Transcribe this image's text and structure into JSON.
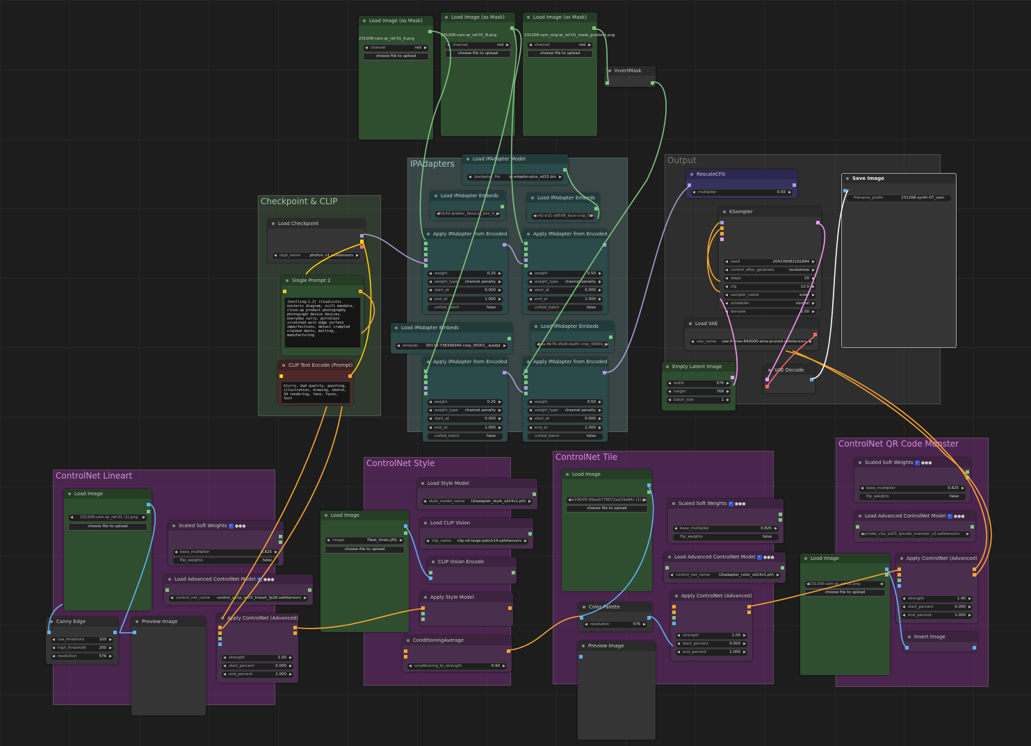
{
  "groups": {
    "checkpoint_clip": "Checkpoint & CLIP",
    "ipadapters": "IPAdapters",
    "output": "Output",
    "controlnet_lineart": "ControlNet Lineart",
    "controlnet_style": "ControlNet Style",
    "controlnet_tile": "ControlNet Tile",
    "controlnet_qr": "ControlNet QR Code Monster"
  },
  "load_mask_1": {
    "title": "Load Image (as Mask)",
    "file": "231208-cam-qr_ref-01_A.png",
    "channel_label": "channel",
    "channel": "red",
    "upload": "choose file to upload"
  },
  "load_mask_2": {
    "title": "Load Image (as Mask)",
    "file": "231208-cam-qr_ref-01_B.png",
    "channel_label": "channel",
    "channel": "red",
    "upload": "choose file to upload"
  },
  "load_mask_3": {
    "title": "Load Image (as Mask)",
    "file": "231208-cam_orig-qr_ref-01_mask_gradient.png",
    "channel_label": "channel",
    "channel": "red",
    "upload": "choose file to upload"
  },
  "invert_mask": {
    "title": "InvertMask"
  },
  "load_ipadapter_model": {
    "title": "Load IPAdapter Model",
    "label": "ipadapter_file",
    "value": "ip-adapter-plus_sd15.bin"
  },
  "embeds_1": {
    "title": "Load IPAdapter Embeds",
    "label": "embeds",
    "value": "00142-brbbbc_famous_bos_tt_crop_00001_.ipadpt"
  },
  "embeds_2": {
    "title": "Load IPAdapter Embeds",
    "label": "embeds",
    "value": "sc42-b31-a8508_face-crop_00001_.ipadpt"
  },
  "embeds_3": {
    "title": "Load IPAdapter Embeds",
    "label": "embeds",
    "value": "00179-738396945-crop_00001_.ipadpt"
  },
  "embeds_4": {
    "title": "Load IPAdapter Embeds",
    "label": "embeds",
    "value": "38a-8b76-d5e8-dadfc-crop_00001_.ipadpt"
  },
  "apply_ip_1": {
    "title": "Apply IPAdapter from Encoded",
    "weight": "0.25",
    "weight_type": "channel penalty",
    "start_at": "0.000",
    "end_at": "1.000",
    "unfold_batch": "false"
  },
  "apply_ip_2": {
    "title": "Apply IPAdapter from Encoded",
    "weight": "0.50",
    "weight_type": "channel penalty",
    "start_at": "0.000",
    "end_at": "1.000",
    "unfold_batch": "false"
  },
  "apply_ip_3": {
    "title": "Apply IPAdapter from Encoded",
    "weight": "0.25",
    "weight_type": "channel penalty",
    "start_at": "0.000",
    "end_at": "1.000",
    "unfold_batch": "false"
  },
  "apply_ip_4": {
    "title": "Apply IPAdapter from Encoded",
    "weight": "0.50",
    "weight_type": "channel penalty",
    "start_at": "0.000",
    "end_at": "1.000",
    "unfold_batch": "false"
  },
  "ip_labels": {
    "weight": "weight",
    "weight_type": "weight_type",
    "start_at": "start_at",
    "end_at": "end_at",
    "unfold_batch": "unfold_batch"
  },
  "load_checkpoint": {
    "title": "Load Checkpoint",
    "label": "ckpt_name",
    "value": "photon_v1.safetensors"
  },
  "single_prompt": {
    "title": "Single Prompt 2",
    "text": "(knolling:1.2) ritualistic esoteric diagram, scifi mandala, close-up product photography photograph device devices, everyday carry, porcelain scratched worn edge surface imperfections, detail crumpled cracked dents, melting, manufacturing"
  },
  "clip_encode": {
    "title": "CLIP Text Encode (Prompt)",
    "text": "blurry, bad quality, painting, illustration, drawing, sketch, 3d rendering, face, faces, text"
  },
  "rescale_cfg": {
    "title": "RescaleCFG",
    "label": "multiplier",
    "value": "0.50"
  },
  "ksampler": {
    "title": "KSampler",
    "rows": [
      {
        "label": "seed",
        "value": "204239082181894"
      },
      {
        "label": "control_after_generate",
        "value": "randomize"
      },
      {
        "label": "steps",
        "value": "20"
      },
      {
        "label": "cfg",
        "value": "12.0"
      },
      {
        "label": "sampler_name",
        "value": "euler"
      },
      {
        "label": "scheduler",
        "value": "normal"
      },
      {
        "label": "denoise",
        "value": "1.00"
      }
    ]
  },
  "load_vae": {
    "title": "Load VAE",
    "label": "vae_name",
    "value": "vae-ft-mse-840000-ema-pruned.safetensors"
  },
  "empty_latent": {
    "title": "Empty Latent Image",
    "rows": [
      {
        "label": "width",
        "value": "576"
      },
      {
        "label": "height",
        "value": "768"
      },
      {
        "label": "batch_size",
        "value": "1"
      }
    ]
  },
  "vae_decode": {
    "title": "VAE Decode"
  },
  "save_image": {
    "title": "Save Image",
    "label": "filename_prefix",
    "value": "231208-synth-07_cam"
  },
  "lineart": {
    "load_image": {
      "title": "Load Image",
      "file": "231208-cam-qr_ref-01 (1).png",
      "upload": "choose file to upload"
    },
    "canny": {
      "title": "Canny Edge",
      "rows": [
        {
          "label": "low_threshold",
          "value": "100"
        },
        {
          "label": "high_threshold",
          "value": "200"
        },
        {
          "label": "resolution",
          "value": "576"
        }
      ]
    },
    "preview": {
      "title": "Preview Image"
    },
    "soft_weights": {
      "title": "Scaled Soft Weights",
      "base_label": "base_multiplier",
      "base": "0.825",
      "flip_label": "flip_weights",
      "flip": "false"
    },
    "load_cn": {
      "title": "Load Advanced ControlNet Model",
      "label": "control_net_name",
      "value": "control_v11p_sd15_lineart_fp16.safetensors"
    },
    "apply_cn": {
      "title": "Apply ControlNet (Advanced)",
      "rows": [
        {
          "label": "strength",
          "value": "1.00"
        },
        {
          "label": "start_percent",
          "value": "0.000"
        },
        {
          "label": "end_percent",
          "value": "1.000"
        }
      ]
    }
  },
  "style": {
    "load_image": {
      "title": "Load Image",
      "file": "Tibet_hindu.JPG",
      "upload": "choose file to upload"
    },
    "load_style": {
      "title": "Load Style Model",
      "label": "style_model_name",
      "value": "t2iadapter_style_sd14v1.pth"
    },
    "load_clip_vision": {
      "title": "Load CLIP Vision",
      "label": "clip_name",
      "value": "clip-vit-large-patch14.safetensors"
    },
    "clip_vision_encode": {
      "title": "CLIP Vision Encode"
    },
    "apply_style": {
      "title": "Apply Style Model"
    },
    "cond_avg": {
      "title": "ConditioningAverage",
      "label": "conditioning_to_strength",
      "value": "0.90"
    }
  },
  "tile": {
    "load_image": {
      "title": "Load Image",
      "file": "be3364f5-89aa5779072ad19a84c (1).jpg",
      "upload": "choose file to upload"
    },
    "color_palette": {
      "title": "Color Palette",
      "label": "resolution",
      "value": "576"
    },
    "preview": {
      "title": "Preview Image"
    },
    "soft_weights": {
      "title": "Scaled Soft Weights",
      "base_label": "base_multiplier",
      "base": "0.825",
      "flip_label": "flip_weights",
      "flip": "false"
    },
    "load_cn": {
      "title": "Load Advanced ControlNet Model",
      "label": "control_net_name",
      "value": "t2iadapter_color_sd14v1.pth"
    },
    "apply_cn": {
      "title": "Apply ControlNet (Advanced)",
      "rows": [
        {
          "label": "strength",
          "value": "1.00"
        },
        {
          "label": "start_percent",
          "value": "0.000"
        },
        {
          "label": "end_percent",
          "value": "1.000"
        }
      ]
    }
  },
  "qr": {
    "load_image": {
      "title": "Load Image",
      "file": "231208-cam-qr_ref-01.png",
      "upload": "choose file to upload"
    },
    "soft_weights": {
      "title": "Scaled Soft Weights",
      "base_label": "base_multiplier",
      "base": "0.825",
      "flip_label": "flip_weights",
      "flip": "false"
    },
    "load_cn": {
      "title": "Load Advanced ControlNet Model",
      "label": "control_net_name",
      "value": "qrcode_v1p_sd15_qrcode_monster_v2.safetensors"
    },
    "apply_cn": {
      "title": "Apply ControlNet (Advanced)",
      "rows": [
        {
          "label": "strength",
          "value": "1.40"
        },
        {
          "label": "start_percent",
          "value": "0.000"
        },
        {
          "label": "end_percent",
          "value": "1.000"
        }
      ]
    },
    "invert": {
      "title": "Invert Image"
    }
  },
  "label_image": "image",
  "label_upload": "image",
  "colors": {
    "green_node": "#2f4d2f",
    "teal_node": "#2b4a4a",
    "purple_node": "#4a2e4e",
    "red_node": "#4d2a2a",
    "indigo_node": "#35325e",
    "link_model": "#b39ddb",
    "link_clip": "#ffd500",
    "link_cond": "#ffa931",
    "link_image": "#64b5f6",
    "link_mask": "#81c784",
    "link_latent": "#ff9cf9",
    "link_vae": "#ff6e6e"
  }
}
